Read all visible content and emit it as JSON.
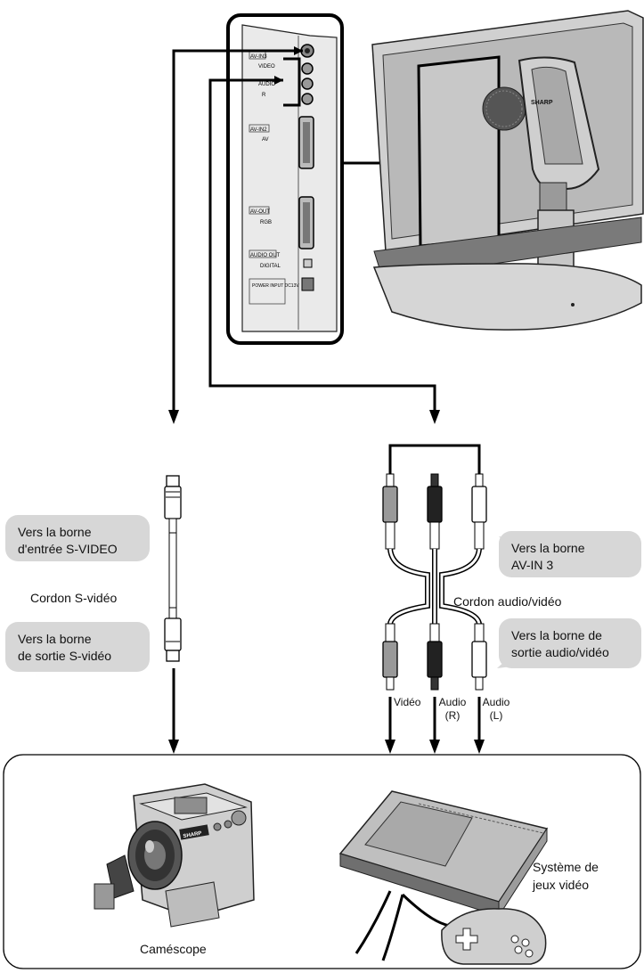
{
  "panel_labels": {
    "av_in3": "AV-IN3",
    "video": "VIDEO",
    "audio": "AUDIO",
    "r": "R",
    "av_in2": "AV-IN2",
    "av": "AV",
    "av_out": "AV-OUT",
    "rgb": "RGB",
    "audio_out": "AUDIO OUT",
    "digital": "DIGITAL",
    "power_input": "POWER INPUT DC13V",
    "tv_brand": "SHARP"
  },
  "bubbles": {
    "svideo_in": [
      "Vers la borne",
      "d'entrée S-VIDEO"
    ],
    "svideo_out": [
      "Vers la borne",
      "de sortie S-vidéo"
    ],
    "av_in3": [
      "Vers la borne",
      "AV-IN 3"
    ],
    "av_out": [
      "Vers la borne de",
      "sortie audio/vidéo"
    ]
  },
  "cables": {
    "svideo": "Cordon S-vidéo",
    "av": "Cordon audio/vidéo"
  },
  "plugs": {
    "video": "Vidéo",
    "audio_r": [
      "Audio",
      "(R)"
    ],
    "audio_l": [
      "Audio",
      "(L)"
    ]
  },
  "devices": {
    "camcorder": "Caméscope",
    "camcorder_brand": "SHARP",
    "console": [
      "Système de",
      "jeux vidéo"
    ]
  }
}
